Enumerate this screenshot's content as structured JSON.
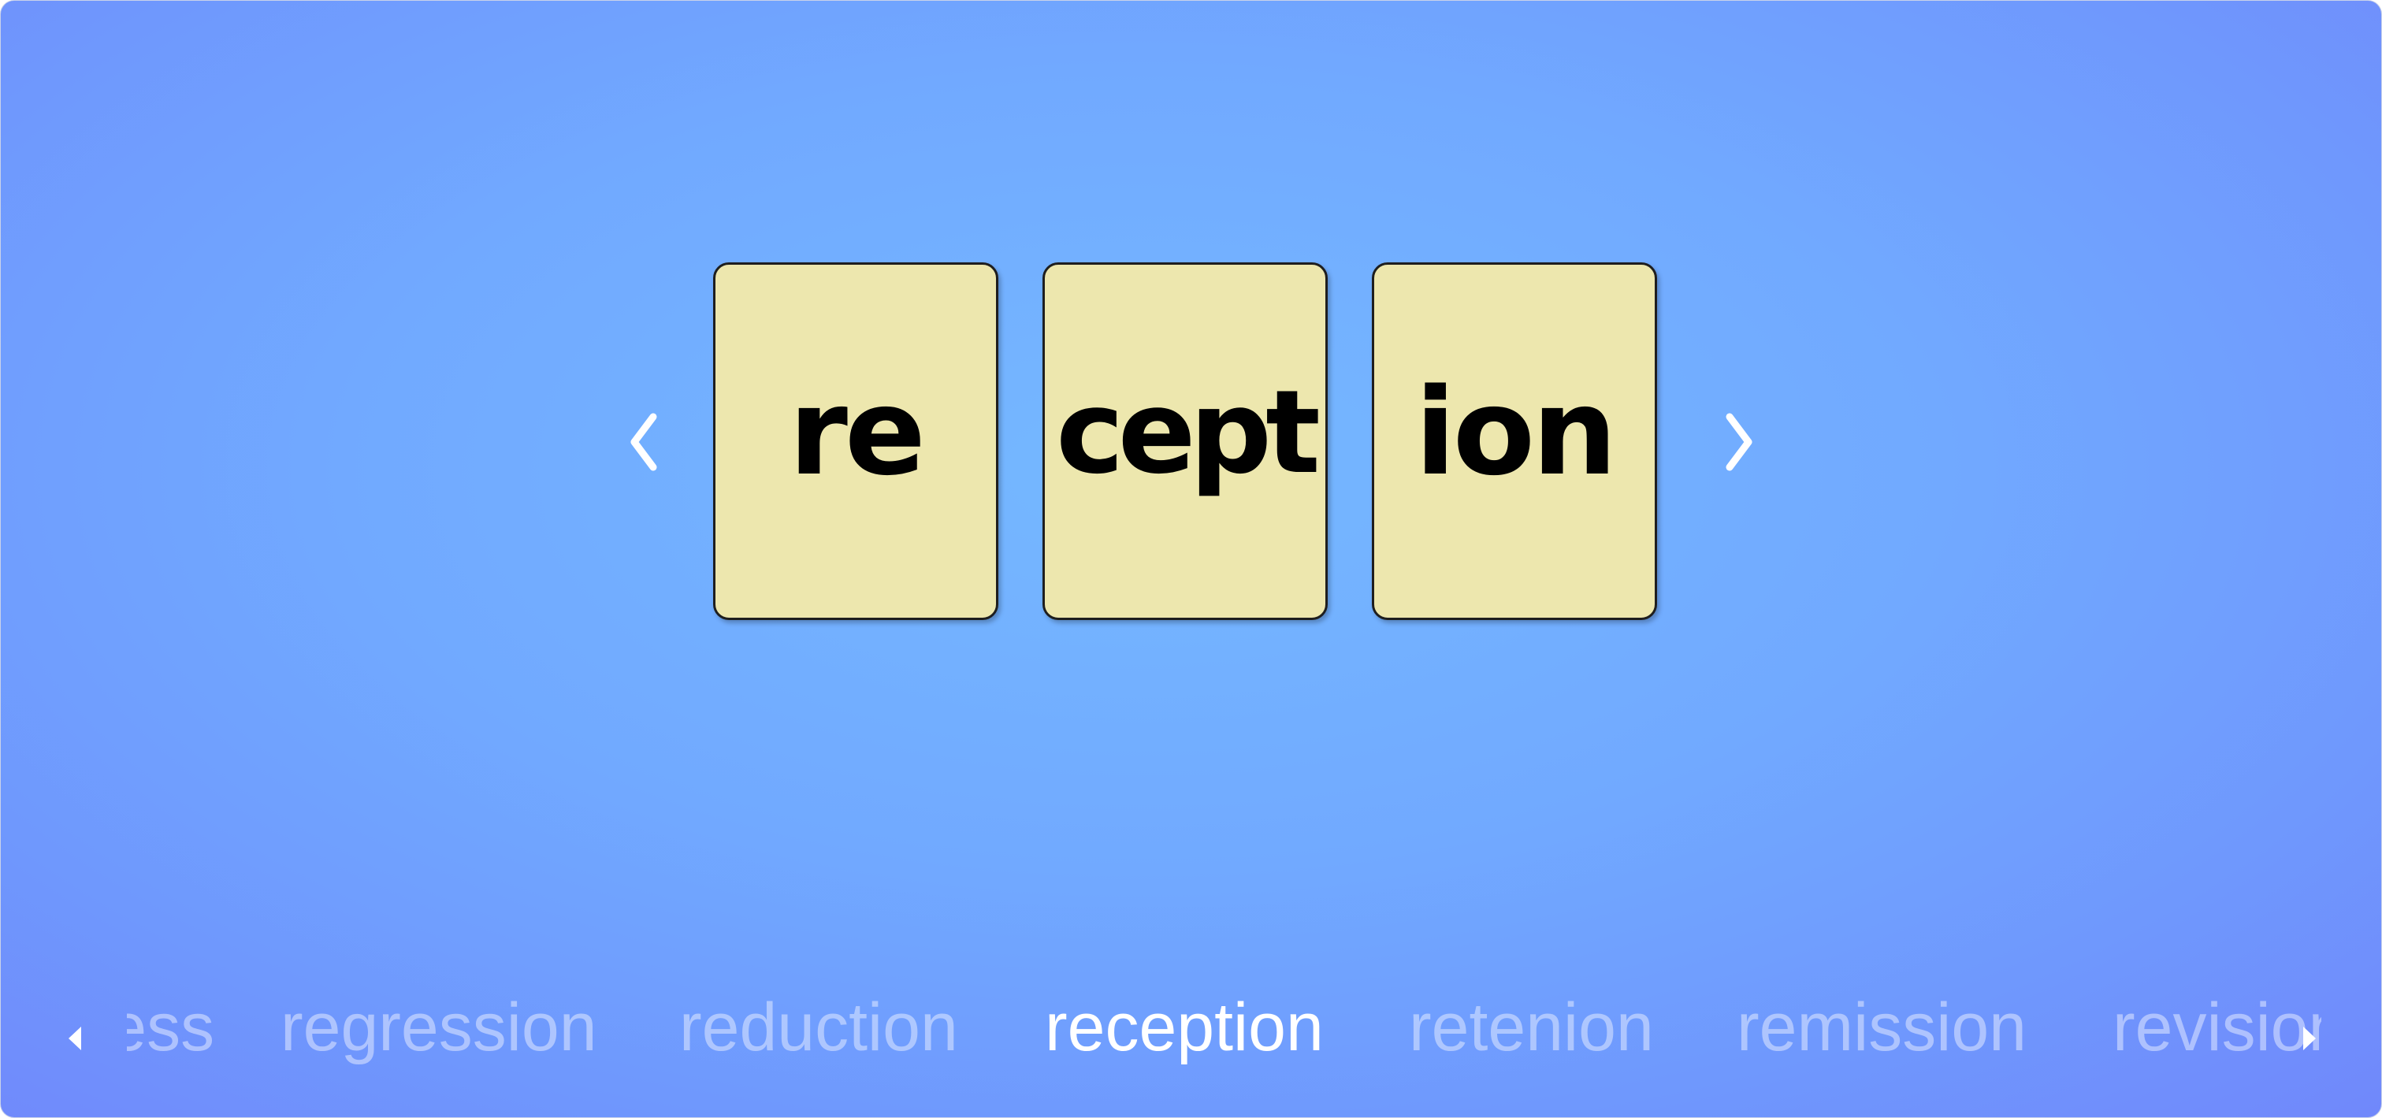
{
  "syllables": [
    {
      "text": "re"
    },
    {
      "text": "cept"
    },
    {
      "text": "ion"
    }
  ],
  "nav": {
    "prev_icon": "chevron-left-icon",
    "next_icon": "chevron-right-icon",
    "icon_color": "#ffffff"
  },
  "word_list": {
    "words": [
      {
        "text": "process"
      },
      {
        "text": "regression"
      },
      {
        "text": "reduction"
      },
      {
        "text": "reception"
      },
      {
        "text": "retenion"
      },
      {
        "text": "remission"
      },
      {
        "text": "revision"
      }
    ],
    "selected": "reception",
    "scroll_left_icon": "triangle-left-icon",
    "scroll_right_icon": "triangle-right-icon"
  },
  "colors": {
    "card_fill": "#ede7ae",
    "card_border": "#1e1e1e",
    "background_center": "#75b8ff",
    "background_edge": "#7088fb",
    "inactive_word": "#e1e9ff",
    "active_word": "#ffffff"
  }
}
